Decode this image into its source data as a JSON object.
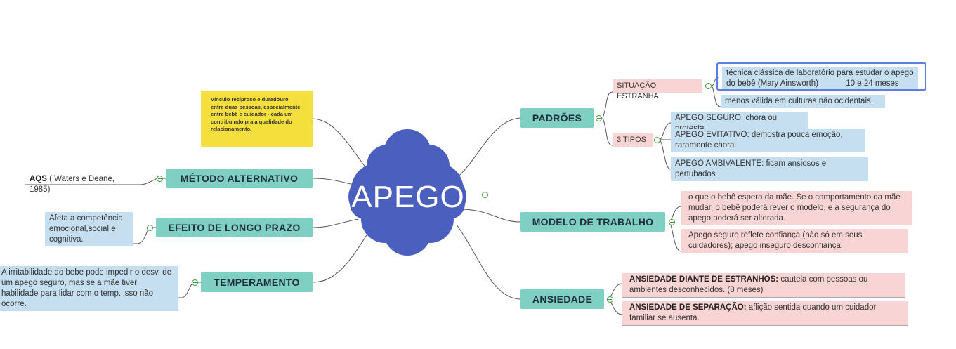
{
  "central": {
    "label": "APEGO"
  },
  "note": {
    "text": "Vínculo recíproco e duradouro entre duas pessoas, especialmente entre bebê e cuidador - cada um contribuindo pra a qualidade do relacionamento."
  },
  "left": {
    "metodo": {
      "label": "MÉTODO ALTERNATIVO",
      "aqs_bold": "AQS",
      "aqs_rest": " ( Waters e Deane, 1985)"
    },
    "efeito": {
      "label": "EFEITO DE LONGO PRAZO",
      "leaf": "Afeta a competência emocional,social e cognitiva."
    },
    "temperamento": {
      "label": "TEMPERAMENTO",
      "leaf": "A irritabilidade do bebe pode impedir o desv. de um apego seguro, mas se a mãe tiver habilidade para lidar com o temp. isso não ocorre."
    }
  },
  "right": {
    "padroes": {
      "label": "PADRÕES",
      "situacao": {
        "label": "SITUAÇÃO ESTRANHA",
        "leaf1_text": "técnica clássica de laboratório para estudar o apego do bebê (Mary Ainsworth)",
        "leaf1_age": "10 e 24 meses",
        "leaf2": "menos válida em culturas não ocidentais."
      },
      "tipos": {
        "label": "3 TIPOS",
        "seguro": "APEGO SEGURO: chora ou protesta",
        "evitativo": "APEGO EVITATIVO: demostra pouca emoção, raramente chora.",
        "ambivalente": "APEGO AMBIVALENTE: ficam ansiosos e pertubados"
      }
    },
    "modelo": {
      "label": "MODELO DE TRABALHO",
      "leaf1": "o que o bebê espera da mãe.  Se o comportamento da mãe mudar, o bebê poderá rever o modelo, e a segurança do apego poderá ser alterada.",
      "leaf2": "Apego seguro reflete confiança (não só em seus cuidadores); apego inseguro desconfiança."
    },
    "ansiedade": {
      "label": "ANSIEDADE",
      "leaf1_bold": "ANSIEDADE DIANTE DE ESTRANHOS:",
      "leaf1_rest": " cautela com pessoas ou ambientes desconhecidos. (8 meses)",
      "leaf2_bold": "ANSIEDADE DE SEPARAÇÃO:",
      "leaf2_rest": " aflição sentida quando um cuidador familiar se ausenta."
    }
  },
  "colors": {
    "central": "#4a5fbe",
    "topic": "#7fcfc3",
    "note": "#f5df3c",
    "leaf_blue": "#c5dff0",
    "leaf_pink": "#f8d4d4",
    "line": "#555555",
    "toggle": "#3a9a3a",
    "selection": "#5b7fe0"
  }
}
